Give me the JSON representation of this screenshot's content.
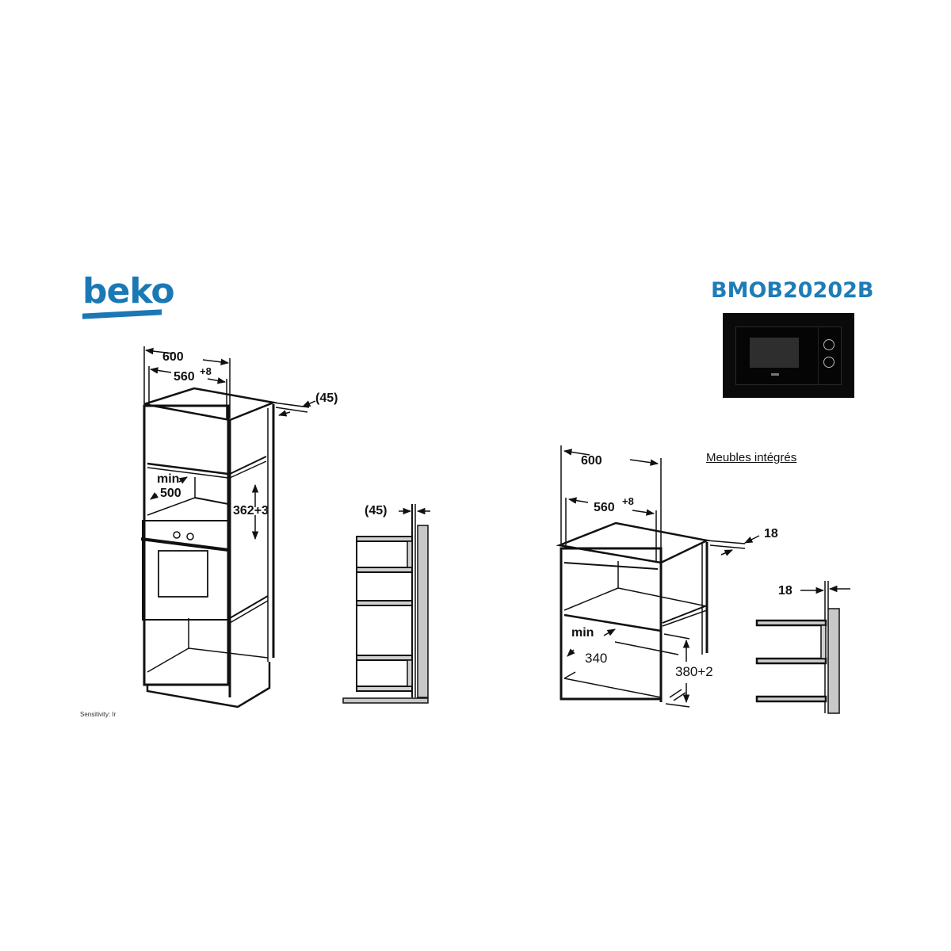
{
  "brand": {
    "logo_text": "beko",
    "color": "#1a78b4"
  },
  "header": {
    "model": "BMOB20202B",
    "model_color": "#1f7cb6"
  },
  "product_image": {
    "description": "black built-in microwave front",
    "icon": "microwave-icon"
  },
  "section_label": "Meubles intégrés",
  "footer_note": "Sensitivity: Ir",
  "diagram_tall_cabinet": {
    "width_outer": "600",
    "width_inner": "560",
    "width_inner_tolerance": "+8",
    "rear_gap": "(45)",
    "depth_min_label": "min",
    "depth_min_value": "500",
    "niche_height": "362+3"
  },
  "diagram_tall_side": {
    "rear_gap": "(45)"
  },
  "diagram_wall_cabinet": {
    "width_outer": "600",
    "width_inner": "560",
    "width_inner_tolerance": "+8",
    "panel_thickness": "18",
    "depth_min_label": "min",
    "depth_min_value": "340",
    "niche_height": "380+2"
  },
  "diagram_wall_side": {
    "panel_thickness": "18"
  }
}
